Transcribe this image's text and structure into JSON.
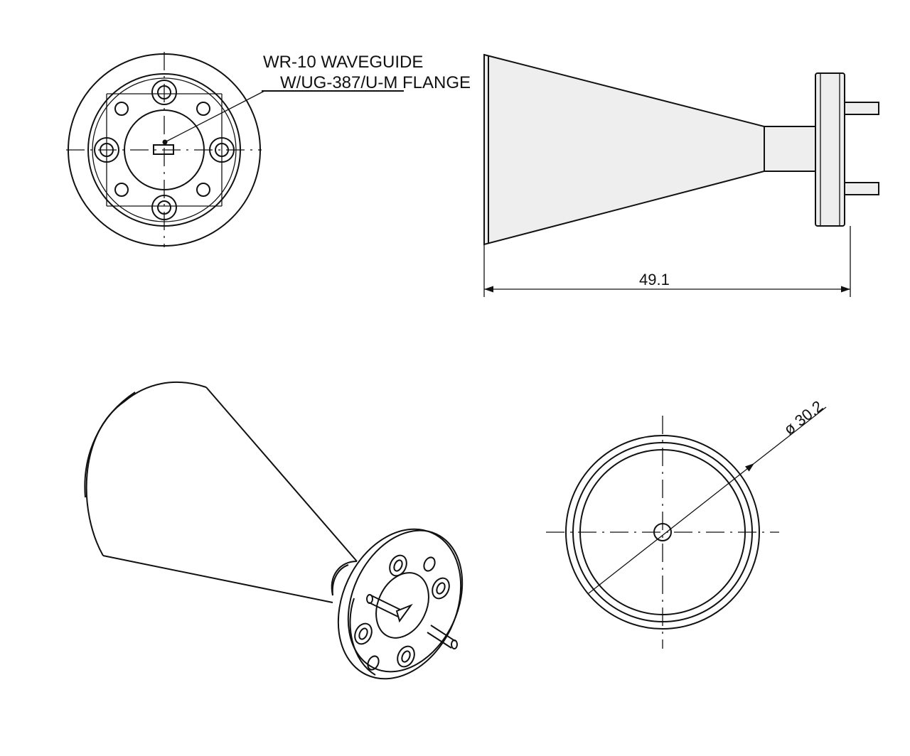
{
  "callout": {
    "line1": "WR-10 WAVEGUIDE",
    "line2": "W/UG-387/U-M FLANGE"
  },
  "dimensions": {
    "length": "49.1",
    "diameter": "ø 30.2"
  }
}
